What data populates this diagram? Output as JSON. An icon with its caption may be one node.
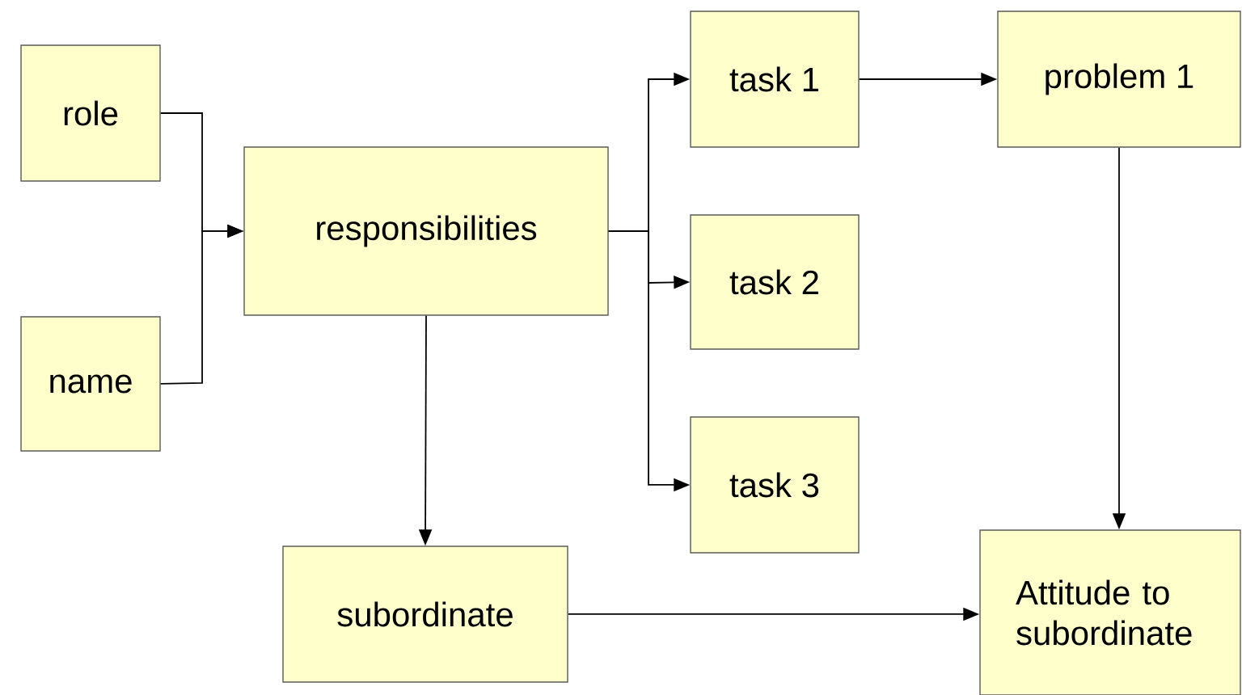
{
  "diagram": {
    "nodes": [
      {
        "text": [
          "role"
        ]
      },
      {
        "text": [
          "name"
        ]
      },
      {
        "text": [
          "responsibilities"
        ]
      },
      {
        "text": [
          "task 1"
        ]
      },
      {
        "text": [
          "task 2"
        ]
      },
      {
        "text": [
          "task 3"
        ]
      },
      {
        "text": [
          "problem 1"
        ]
      },
      {
        "text": [
          "subordinate"
        ]
      },
      {
        "text": [
          "Attitude to subordinate"
        ]
      }
    ],
    "edges": [
      {
        "from": 0,
        "to": 2,
        "arrow": "to"
      },
      {
        "from": 1,
        "to": 2,
        "arrow": "to"
      },
      {
        "from": 2,
        "to": 3,
        "arrow": "to"
      },
      {
        "from": 2,
        "to": 4,
        "arrow": "to"
      },
      {
        "from": 2,
        "to": 5,
        "arrow": "to"
      },
      {
        "from": 3,
        "to": 6,
        "arrow": "to"
      },
      {
        "from": 2,
        "to": 7,
        "arrow": "to"
      },
      {
        "from": 6,
        "to": 8,
        "arrow": "to"
      },
      {
        "from": 7,
        "to": 8,
        "arrow": "to"
      }
    ]
  }
}
